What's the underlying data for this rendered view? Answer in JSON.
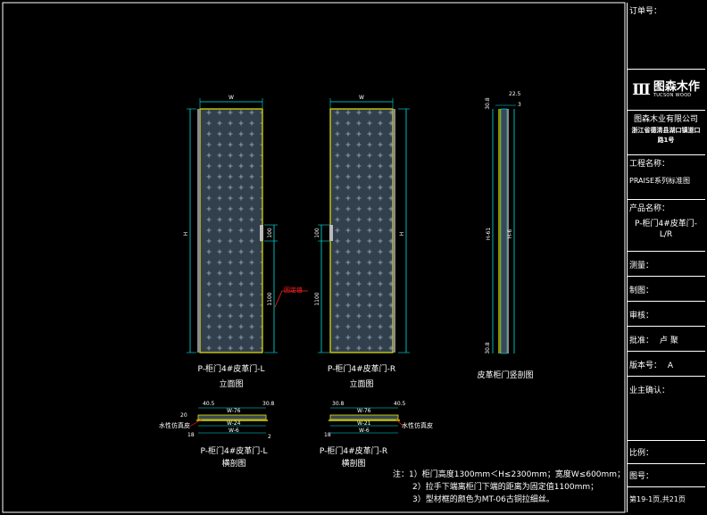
{
  "views": {
    "left_elev_caption": "P-柜门4#皮革门-L",
    "left_elev_sub": "立面图",
    "right_elev_caption": "P-柜门4#皮革门-R",
    "right_elev_sub": "立面图",
    "section_caption": "皮革柜门竖剖图",
    "left_hsec_caption": "P-柜门4#皮革门-L",
    "left_hsec_sub": "横剖图",
    "right_hsec_caption": "P-柜门4#皮革门-R",
    "right_hsec_sub": "横剖图",
    "dim_w": "W",
    "dim_h": "H",
    "dim_handle": "100",
    "dim_handle_pos": "1100",
    "handle_label": "固定值",
    "sec_top_a": "30.8",
    "sec_top_b": "22.5",
    "sec_top_c": "3",
    "sec_h1": "H-61",
    "sec_h2": "H-6",
    "sec_bot": "30.8",
    "hsec_l_a": "40.5",
    "hsec_l_b": "W-76",
    "hsec_l_c": "30.8",
    "hsec_l_d": "W-24",
    "hsec_l_e": "18",
    "hsec_l_f": "2",
    "hsec_l_g": "W-6",
    "hsec_l_h": "20",
    "hsec_r_a": "30.8",
    "hsec_r_b": "W-76",
    "hsec_r_c": "40.5",
    "hsec_r_d": "W-21",
    "hsec_r_e": "W-6",
    "hsec_r_f": "18",
    "label_leather": "水性仿真皮"
  },
  "notes": [
    "注：1）柜门高度1300mm＜H≤2300mm；宽度W≤600mm；",
    "2）拉手下端离柜门下端的距离为固定值1100mm；",
    "3）型材框的颜色为MT-06古铜拉细丝。"
  ],
  "title_block": {
    "order_no": "订单号：",
    "brand_cn": "图森木作",
    "brand_en": "TUCSON WOOD",
    "company": "图森木业有限公司",
    "address": "浙江省德清县湖口镇道口路1号",
    "project_label": "工程名称：",
    "project": "PRAISE系列标准图",
    "product_label": "产品名称：",
    "product": "P-柜门4#皮革门-L/R",
    "measure": "测量：",
    "draw": "制图：",
    "review": "审核：",
    "approve": "批准：",
    "approver": "卢  聚",
    "version_label": "版本号：",
    "version": "A",
    "owner": "业主确认：",
    "scale": "比例：",
    "drawing_no": "图号：",
    "page": "第19-1页,共21页"
  },
  "colors": {
    "frame": "#e6e600",
    "leather": "#3a4858",
    "dim": "#00e5e5",
    "red": "#ff2020",
    "handle": "#8a8a8a"
  }
}
